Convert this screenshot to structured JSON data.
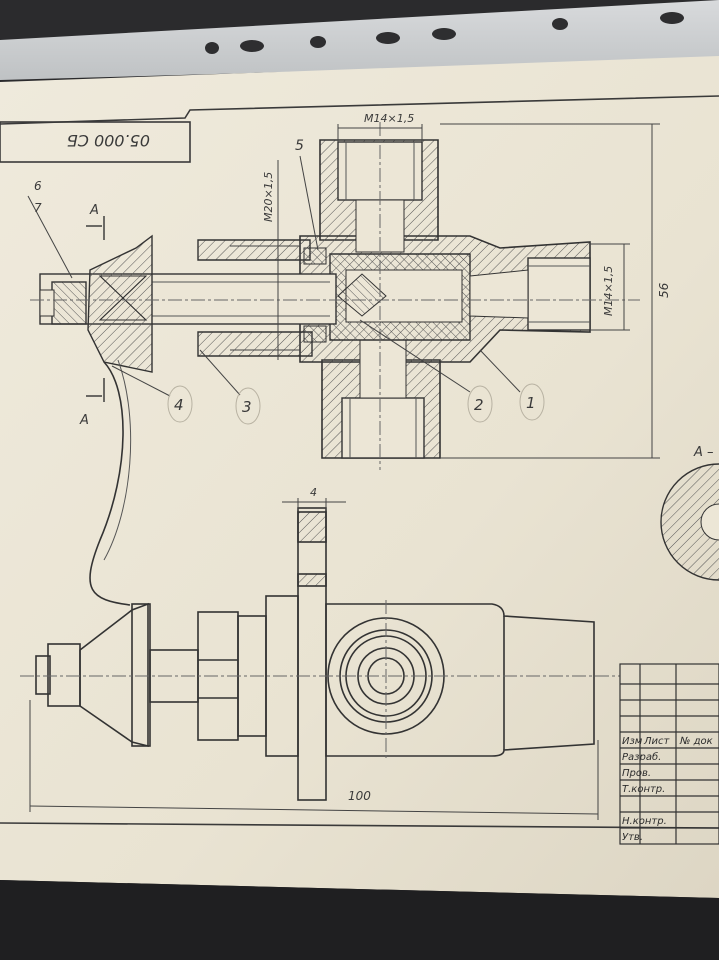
{
  "drawing": {
    "code_stamp": "05.000 СБ",
    "section_mark_left_top": "A",
    "section_mark_left_bottom": "A",
    "section_view_label": "A –",
    "callouts": [
      "1",
      "2",
      "3",
      "4",
      "5",
      "6",
      "7"
    ],
    "dimensions": {
      "thread_top": "M14×1,5",
      "thread_right": "M14×1,5",
      "thread_left": "M20×1,5",
      "height": "56",
      "flange_thickness": "4",
      "overall_length": "100"
    }
  },
  "title_block": {
    "rows": [
      "Изм",
      "Лист",
      "№ док",
      "Разраб.",
      "Пров.",
      "Т.контр.",
      "Н.контр.",
      "Утв."
    ]
  }
}
